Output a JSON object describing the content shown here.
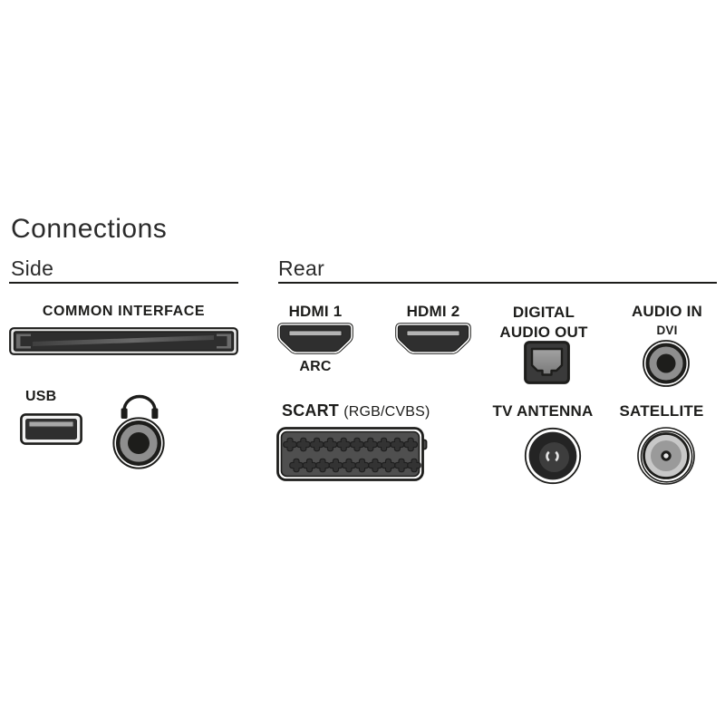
{
  "title": "Connections",
  "sections": {
    "side": {
      "label": "Side"
    },
    "rear": {
      "label": "Rear"
    }
  },
  "ports": {
    "common_interface": {
      "label": "COMMON INTERFACE"
    },
    "usb": {
      "label": "USB"
    },
    "hdmi1": {
      "label": "HDMI 1",
      "sublabel": "ARC"
    },
    "hdmi2": {
      "label": "HDMI 2"
    },
    "digital_audio_out": {
      "line1": "DIGITAL",
      "line2": "AUDIO OUT"
    },
    "audio_in": {
      "label": "AUDIO IN",
      "sublabel": "DVI"
    },
    "scart": {
      "label": "SCART",
      "sublabel": "(RGB/CVBS)"
    },
    "tv_antenna": {
      "label": "TV ANTENNA"
    },
    "satellite": {
      "label": "SATELLITE"
    }
  },
  "colors": {
    "text": "#1d1d1b",
    "connector_dark": "#2e2e2e",
    "connector_mid_gray": "#8e8e8e",
    "highlight_bar": "#b3b3b3",
    "scart_body": "#4f4f4f",
    "satellite_disc": "#c8c8c8"
  }
}
